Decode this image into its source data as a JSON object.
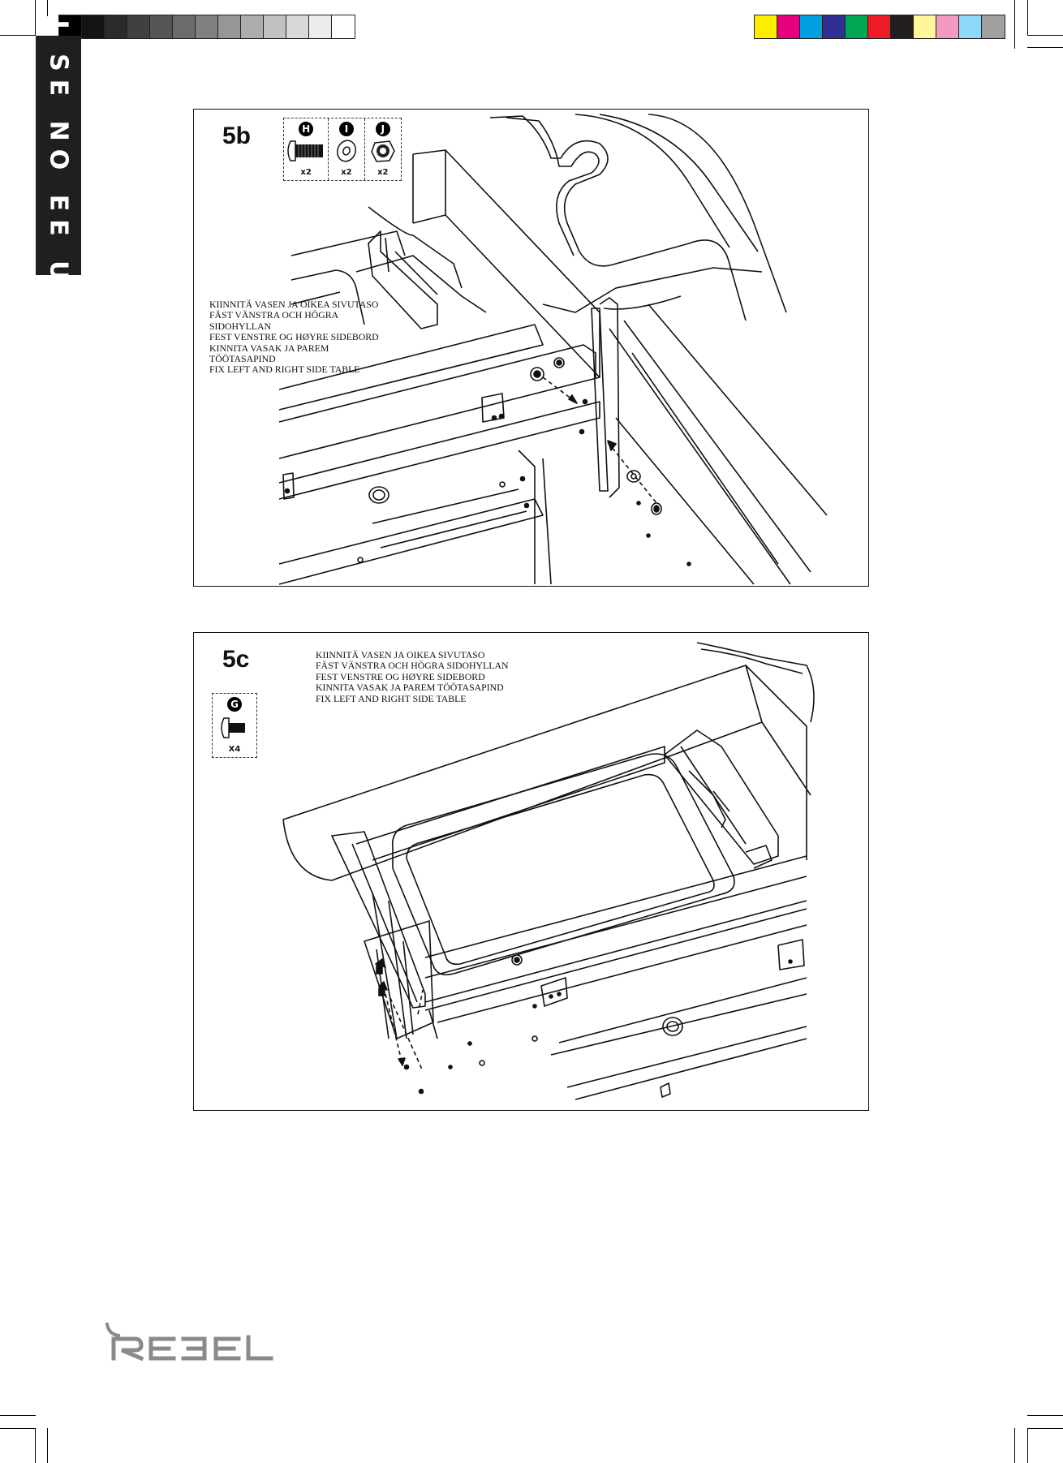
{
  "language_tab": "FI SE NO EE UK",
  "color_bar": {
    "grays": [
      "#000000",
      "#141414",
      "#2b2b2b",
      "#404040",
      "#555555",
      "#6b6b6b",
      "#808080",
      "#969696",
      "#acacac",
      "#c2c2c2",
      "#d8d8d8",
      "#ececec",
      "#ffffff"
    ],
    "colors": [
      "#ffed00",
      "#e6007e",
      "#00a0e3",
      "#2e3192",
      "#00a651",
      "#ed1c24",
      "#231f20",
      "#fff799",
      "#f49ac1",
      "#8ed8f8",
      "#a0a0a0"
    ]
  },
  "step_5b": {
    "label": "5b",
    "instructions": [
      "KIINNITÄ VASEN JA OIKEA SIVUTASO",
      "FÄST VÄNSTRA OCH HÖGRA",
      "SIDOHYLLAN",
      "FEST VENSTRE OG HØYRE SIDEBORD",
      "KINNITA VASAK JA PAREM",
      "TÖÖTASAPIND",
      "FIX LEFT AND RIGHT SIDE TABLE"
    ],
    "parts": [
      {
        "letter": "H",
        "qty": "x2",
        "icon": "bolt-icon"
      },
      {
        "letter": "I",
        "qty": "x2",
        "icon": "washer-icon"
      },
      {
        "letter": "J",
        "qty": "x2",
        "icon": "nut-icon"
      }
    ]
  },
  "step_5c": {
    "label": "5c",
    "instructions": [
      "KIINNITÄ VASEN JA OIKEA SIVUTASO",
      "FÄST VÄNSTRA OCH HÖGRA SIDOHYLLAN",
      "FEST VENSTRE OG HØYRE SIDEBORD",
      "KINNITA VASAK JA PAREM TÖÖTASAPIND",
      "FIX LEFT AND RIGHT SIDE TABLE"
    ],
    "parts": [
      {
        "letter": "G",
        "qty": "X4",
        "icon": "screw-icon"
      }
    ]
  },
  "brand": "REBEL"
}
